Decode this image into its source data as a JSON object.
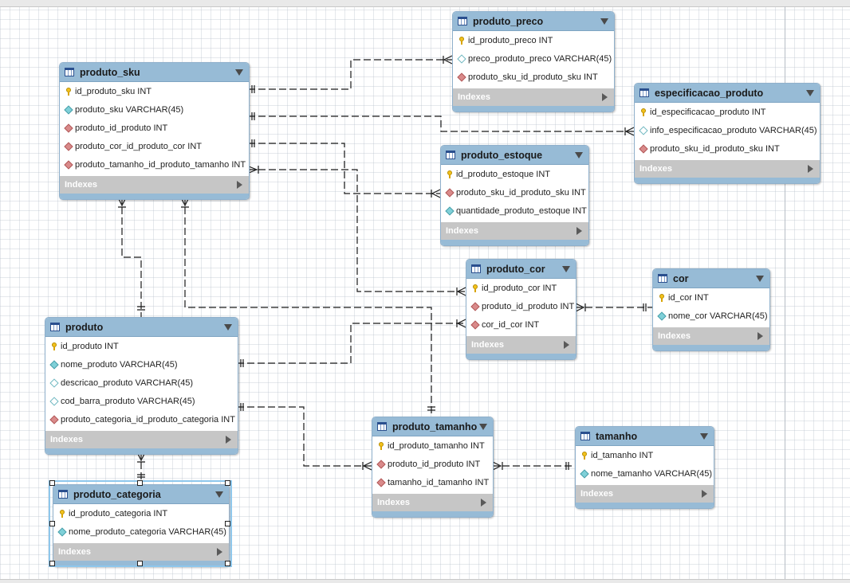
{
  "diagram": {
    "tables": [
      {
        "id": "produto_preco",
        "name": "produto_preco",
        "columns": [
          {
            "label": "id_produto_preco INT",
            "icon": "primary-key-icon"
          },
          {
            "label": "preco_produto_preco VARCHAR(45)",
            "icon": "nullable-column-icon"
          },
          {
            "label": "produto_sku_id_produto_sku INT",
            "icon": "foreign-key-icon"
          }
        ],
        "indexes_label": "Indexes"
      },
      {
        "id": "produto_sku",
        "name": "produto_sku",
        "columns": [
          {
            "label": "id_produto_sku INT",
            "icon": "primary-key-icon"
          },
          {
            "label": "produto_sku VARCHAR(45)",
            "icon": "not-null-column-icon"
          },
          {
            "label": "produto_id_produto INT",
            "icon": "foreign-key-icon"
          },
          {
            "label": "produto_cor_id_produto_cor INT",
            "icon": "foreign-key-icon"
          },
          {
            "label": "produto_tamanho_id_produto_tamanho INT",
            "icon": "foreign-key-icon"
          }
        ],
        "indexes_label": "Indexes"
      },
      {
        "id": "especificacao_produto",
        "name": "especificacao_produto",
        "columns": [
          {
            "label": "id_especificacao_produto INT",
            "icon": "primary-key-icon"
          },
          {
            "label": "info_especificacao_produto VARCHAR(45)",
            "icon": "nullable-column-icon"
          },
          {
            "label": "produto_sku_id_produto_sku INT",
            "icon": "foreign-key-icon"
          }
        ],
        "indexes_label": "Indexes"
      },
      {
        "id": "produto_estoque",
        "name": "produto_estoque",
        "columns": [
          {
            "label": "id_produto_estoque INT",
            "icon": "primary-key-icon"
          },
          {
            "label": "produto_sku_id_produto_sku INT",
            "icon": "foreign-key-icon"
          },
          {
            "label": "quantidade_produto_estoque INT",
            "icon": "not-null-column-icon"
          }
        ],
        "indexes_label": "Indexes"
      },
      {
        "id": "produto_cor",
        "name": "produto_cor",
        "columns": [
          {
            "label": "id_produto_cor INT",
            "icon": "primary-key-icon"
          },
          {
            "label": "produto_id_produto INT",
            "icon": "foreign-key-icon"
          },
          {
            "label": "cor_id_cor INT",
            "icon": "foreign-key-icon"
          }
        ],
        "indexes_label": "Indexes"
      },
      {
        "id": "cor",
        "name": "cor",
        "columns": [
          {
            "label": "id_cor INT",
            "icon": "primary-key-icon"
          },
          {
            "label": "nome_cor VARCHAR(45)",
            "icon": "not-null-column-icon"
          }
        ],
        "indexes_label": "Indexes"
      },
      {
        "id": "produto",
        "name": "produto",
        "columns": [
          {
            "label": "id_produto INT",
            "icon": "primary-key-icon"
          },
          {
            "label": "nome_produto VARCHAR(45)",
            "icon": "not-null-column-icon"
          },
          {
            "label": "descricao_produto VARCHAR(45)",
            "icon": "nullable-column-icon"
          },
          {
            "label": "cod_barra_produto VARCHAR(45)",
            "icon": "nullable-column-icon"
          },
          {
            "label": "produto_categoria_id_produto_categoria INT",
            "icon": "foreign-key-icon"
          }
        ],
        "indexes_label": "Indexes"
      },
      {
        "id": "produto_tamanho",
        "name": "produto_tamanho",
        "columns": [
          {
            "label": "id_produto_tamanho INT",
            "icon": "primary-key-icon"
          },
          {
            "label": "produto_id_produto INT",
            "icon": "foreign-key-icon"
          },
          {
            "label": "tamanho_id_tamanho INT",
            "icon": "foreign-key-icon"
          }
        ],
        "indexes_label": "Indexes"
      },
      {
        "id": "tamanho",
        "name": "tamanho",
        "columns": [
          {
            "label": "id_tamanho INT",
            "icon": "primary-key-icon"
          },
          {
            "label": "nome_tamanho VARCHAR(45)",
            "icon": "not-null-column-icon"
          }
        ],
        "indexes_label": "Indexes"
      },
      {
        "id": "produto_categoria",
        "name": "produto_categoria",
        "selected": true,
        "columns": [
          {
            "label": "id_produto_categoria INT",
            "icon": "primary-key-icon"
          },
          {
            "label": "nome_produto_categoria VARCHAR(45)",
            "icon": "not-null-column-icon"
          }
        ],
        "indexes_label": "Indexes"
      }
    ],
    "relationships": [
      {
        "from": "produto_preco",
        "to": "produto_sku",
        "type": "many-to-one"
      },
      {
        "from": "especificacao_produto",
        "to": "produto_sku",
        "type": "many-to-one"
      },
      {
        "from": "produto_estoque",
        "to": "produto_sku",
        "type": "many-to-one"
      },
      {
        "from": "produto_sku",
        "to": "produto",
        "type": "many-to-one"
      },
      {
        "from": "produto_sku",
        "to": "produto_cor",
        "type": "many-to-one"
      },
      {
        "from": "produto_sku",
        "to": "produto_tamanho",
        "type": "many-to-one"
      },
      {
        "from": "produto_cor",
        "to": "produto",
        "type": "many-to-one"
      },
      {
        "from": "produto_cor",
        "to": "cor",
        "type": "many-to-one"
      },
      {
        "from": "produto_tamanho",
        "to": "produto",
        "type": "many-to-one"
      },
      {
        "from": "produto_tamanho",
        "to": "tamanho",
        "type": "many-to-one"
      },
      {
        "from": "produto",
        "to": "produto_categoria",
        "type": "many-to-one"
      }
    ],
    "colors": {
      "header": "#97bbd6",
      "indexes_bar": "#c6c6c6",
      "selection": "#8ec7ec",
      "line": "#1a1a1a"
    }
  }
}
